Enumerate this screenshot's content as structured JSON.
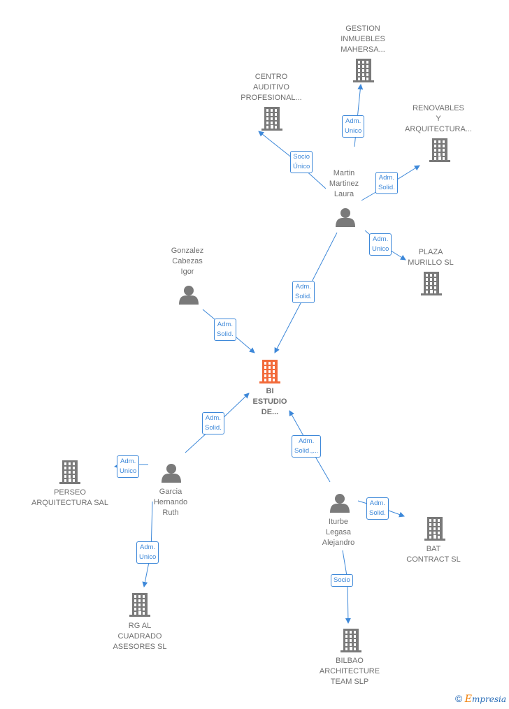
{
  "nodes": [
    {
      "id": "bi",
      "type": "company",
      "focus": true,
      "label": "BI\nESTUDIO\nDE..."
    },
    {
      "id": "gestion",
      "type": "company",
      "label": "GESTION\nINMUEBLES\nMAHERSA..."
    },
    {
      "id": "centro",
      "type": "company",
      "label": "CENTRO\nAUDITIVO\nPROFESIONAL..."
    },
    {
      "id": "renovables",
      "type": "company",
      "label": "RENOVABLES\nY\nARQUITECTURA..."
    },
    {
      "id": "plaza",
      "type": "company",
      "label": "PLAZA\nMURILLO  SL"
    },
    {
      "id": "martin",
      "type": "person",
      "label": "Martin\nMartinez\nLaura"
    },
    {
      "id": "gonzalez",
      "type": "person",
      "label": "Gonzalez\nCabezas\nIgor"
    },
    {
      "id": "perseo",
      "type": "company",
      "label": "PERSEO\nARQUITECTURA SAL"
    },
    {
      "id": "garcia",
      "type": "person",
      "label": "Garcia\nHernando\nRuth"
    },
    {
      "id": "rg",
      "type": "company",
      "label": "RG AL\nCUADRADO\nASESORES SL"
    },
    {
      "id": "iturbe",
      "type": "person",
      "label": "Iturbe\nLegasa\nAlejandro"
    },
    {
      "id": "bat",
      "type": "company",
      "label": "BAT\nCONTRACT  SL"
    },
    {
      "id": "bilbao",
      "type": "company",
      "label": "BILBAO\nARCHITECTURE\nTEAM SLP"
    }
  ],
  "edges": [
    {
      "from": "martin",
      "to": "gestion",
      "label": "Adm.\nUnico"
    },
    {
      "from": "martin",
      "to": "centro",
      "label": "Socio\nÚnico"
    },
    {
      "from": "martin",
      "to": "renovables",
      "label": "Adm.\nSolid."
    },
    {
      "from": "martin",
      "to": "plaza",
      "label": "Adm.\nUnico"
    },
    {
      "from": "martin",
      "to": "bi",
      "label": "Adm.\nSolid."
    },
    {
      "from": "gonzalez",
      "to": "bi",
      "label": "Adm.\nSolid."
    },
    {
      "from": "garcia",
      "to": "bi",
      "label": "Adm.\nSolid."
    },
    {
      "from": "garcia",
      "to": "perseo",
      "label": "Adm.\nUnico"
    },
    {
      "from": "garcia",
      "to": "rg",
      "label": "Adm.\nUnico"
    },
    {
      "from": "iturbe",
      "to": "bi",
      "label": "Adm.\nSolid.,..."
    },
    {
      "from": "iturbe",
      "to": "bat",
      "label": "Adm.\nSolid."
    },
    {
      "from": "iturbe",
      "to": "bilbao",
      "label": "Socio"
    }
  ],
  "colors": {
    "edge": "#3d88d9",
    "node": "#7a7a7a",
    "focus": "#f26a3a",
    "text": "#6e6e6e"
  },
  "footer": {
    "copyright": "©",
    "brand_first": "E",
    "brand_rest": "mpresia"
  }
}
